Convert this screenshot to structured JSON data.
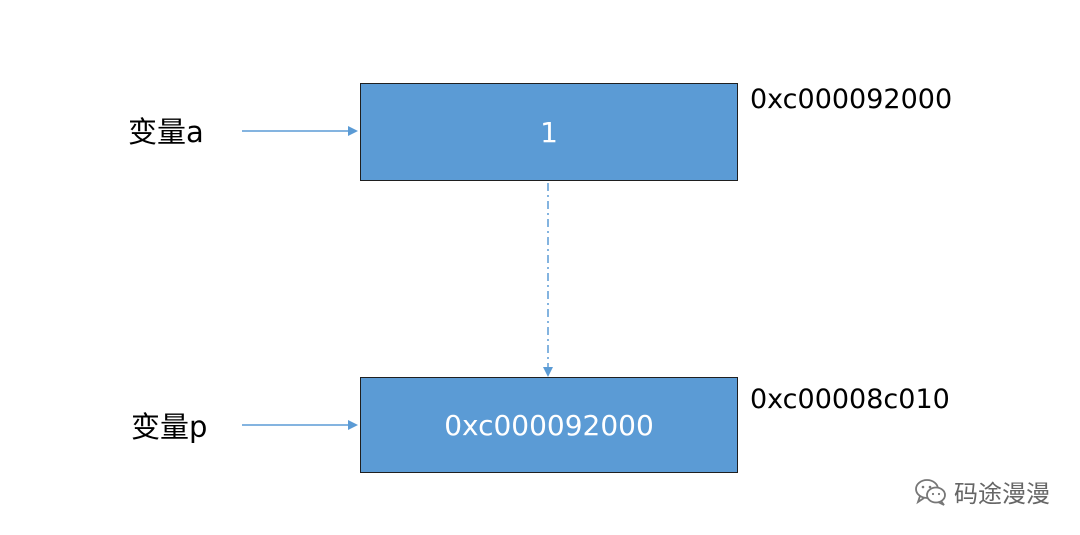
{
  "variables": [
    {
      "label": "变量a",
      "value": "1",
      "address": "0xc000092000"
    },
    {
      "label": "变量p",
      "value": "0xc000092000",
      "address": "0xc00008c010"
    }
  ],
  "colors": {
    "box_fill": "#5b9bd5",
    "arrow": "#5b9bd5",
    "box_border": "#1f1f1f"
  },
  "watermark": {
    "icon": "wechat-icon",
    "text": "码途漫漫"
  }
}
